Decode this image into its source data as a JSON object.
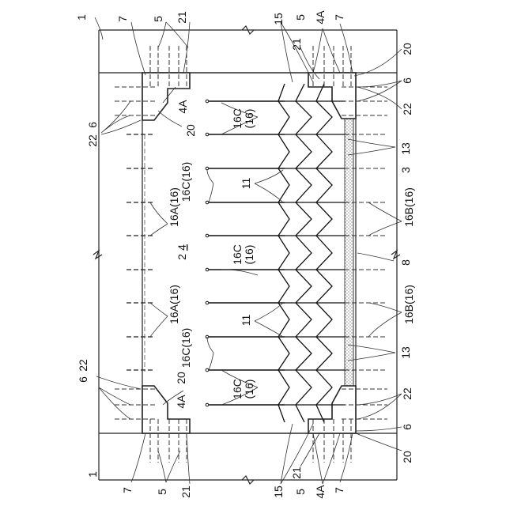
{
  "figure": {
    "labels": {
      "l1": "1",
      "l2_4": "2",
      "l4": "4",
      "l3": "3",
      "l4a": "4A",
      "l5": "5",
      "l6": "6",
      "l7": "7",
      "l8": "8",
      "l11": "11",
      "l13": "13",
      "l15": "15",
      "l16a": "16A(16)",
      "l16b": "16B(16)",
      "l16c": "16C(16)",
      "l16c_top": "16C",
      "l16c_bot": "(16)",
      "l20": "20",
      "l21": "21",
      "l22": "22"
    }
  }
}
